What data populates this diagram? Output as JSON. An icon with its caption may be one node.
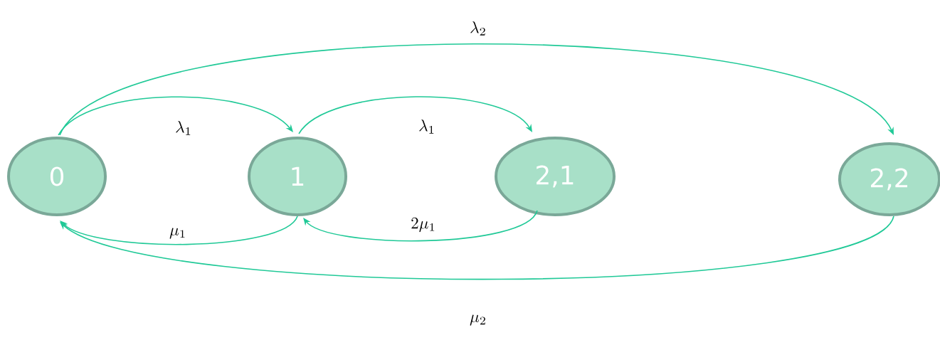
{
  "diagram": {
    "nodes": [
      {
        "text": [
          "0"
        ]
      },
      {
        "text": [
          "1"
        ]
      },
      {
        "text": [
          "2,1"
        ]
      },
      {
        "text": [
          "2,2"
        ]
      }
    ],
    "edges": [
      {
        "from": 0,
        "to": 1,
        "arrow": "to",
        "label": "\\lambda_1"
      },
      {
        "from": 1,
        "to": 2,
        "arrow": "to",
        "label": "\\lambda_1"
      },
      {
        "from": 0,
        "to": 3,
        "arrow": "to",
        "label": "\\lambda_2"
      },
      {
        "from": 1,
        "to": 0,
        "arrow": "to",
        "label": "\\mu_1"
      },
      {
        "from": 2,
        "to": 1,
        "arrow": "to",
        "label": "2\\mu_1"
      },
      {
        "from": 3,
        "to": 0,
        "arrow": "to",
        "label": "\\mu_2"
      }
    ]
  }
}
